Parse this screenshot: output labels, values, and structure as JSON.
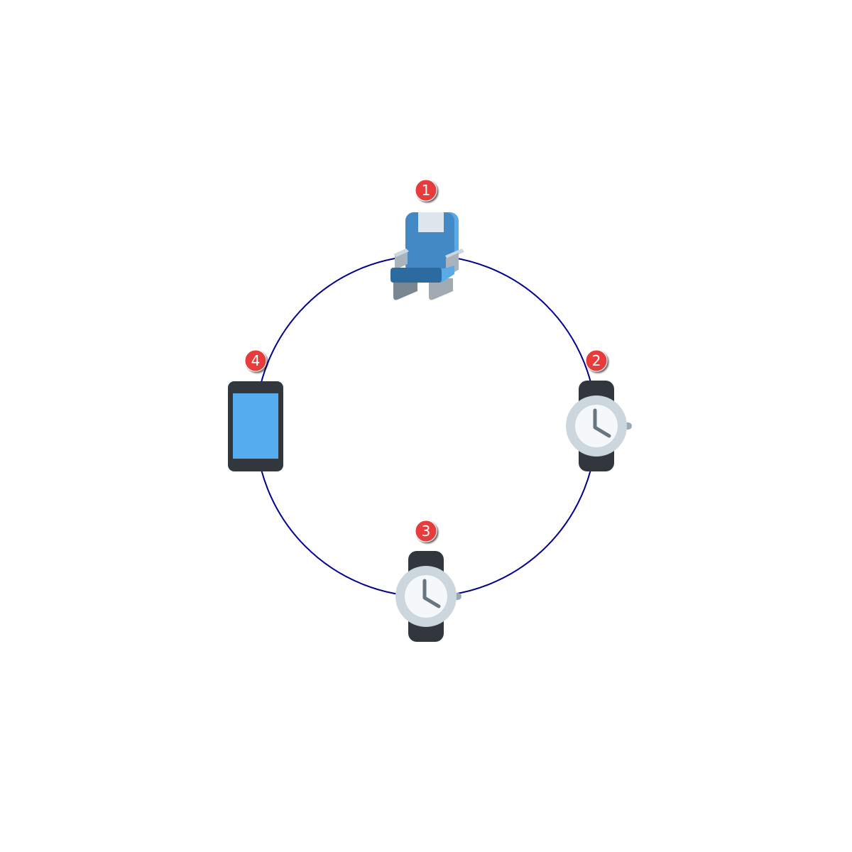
{
  "diagram": {
    "ring_color": "#00008b",
    "badge_color": "#e83a3a",
    "nodes": [
      {
        "number": "1",
        "icon": "seat-icon"
      },
      {
        "number": "2",
        "icon": "watch-icon"
      },
      {
        "number": "3",
        "icon": "watch-icon"
      },
      {
        "number": "4",
        "icon": "phone-icon"
      }
    ]
  }
}
